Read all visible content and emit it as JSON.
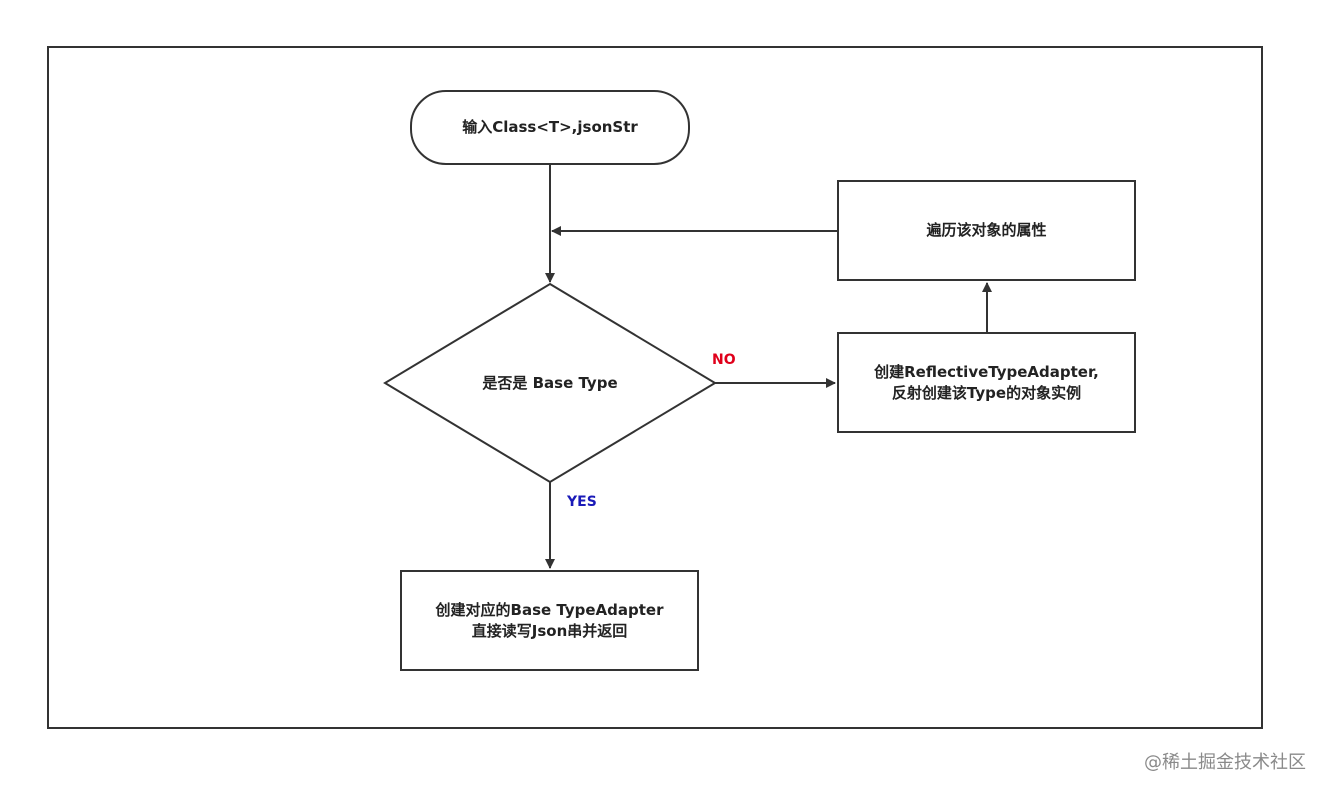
{
  "diagram": {
    "start": "输入Class<T>,jsonStr",
    "decision": "是否是 Base Type",
    "iterate": "遍历该对象的属性",
    "reflective": [
      "创建ReflectiveTypeAdapter,",
      "反射创建该Type的对象实例"
    ],
    "base_adapter": [
      "创建对应的Base TypeAdapter",
      "直接读写Json串并返回"
    ],
    "no_label": "NO",
    "yes_label": "YES"
  },
  "watermark": "@稀土掘金技术社区",
  "colors": {
    "stroke": "#333333",
    "no": "#e0001b",
    "yes": "#1a1ab8",
    "watermark": "#8a8a8a"
  }
}
